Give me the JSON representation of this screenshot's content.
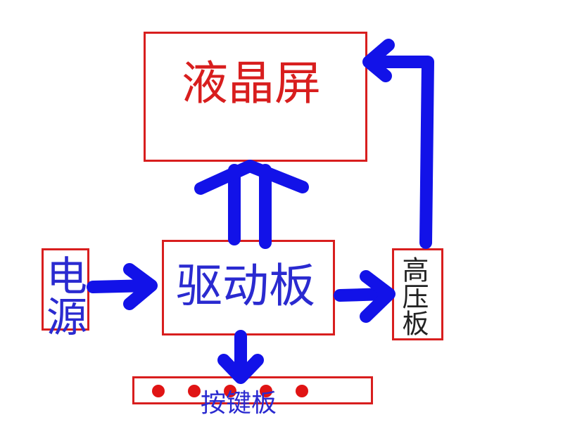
{
  "blocks": {
    "lcd": "液晶屏",
    "driver": "驱动板",
    "power": "电源",
    "high_voltage": "高压板",
    "keypad": "按键板"
  },
  "colors": {
    "box_border": "#d81e1e",
    "arrow": "#1212e8",
    "lcd_text": "#d81e1e",
    "blue_text": "#2a2ad0",
    "hv_text": "#222222",
    "keypad_dots": "#e01414"
  },
  "connections": [
    {
      "from": "power",
      "to": "driver"
    },
    {
      "from": "driver",
      "to": "lcd"
    },
    {
      "from": "driver",
      "to": "high_voltage"
    },
    {
      "from": "high_voltage",
      "to": "lcd"
    },
    {
      "from": "driver",
      "to": "keypad"
    }
  ],
  "keypad_buttons": 5
}
